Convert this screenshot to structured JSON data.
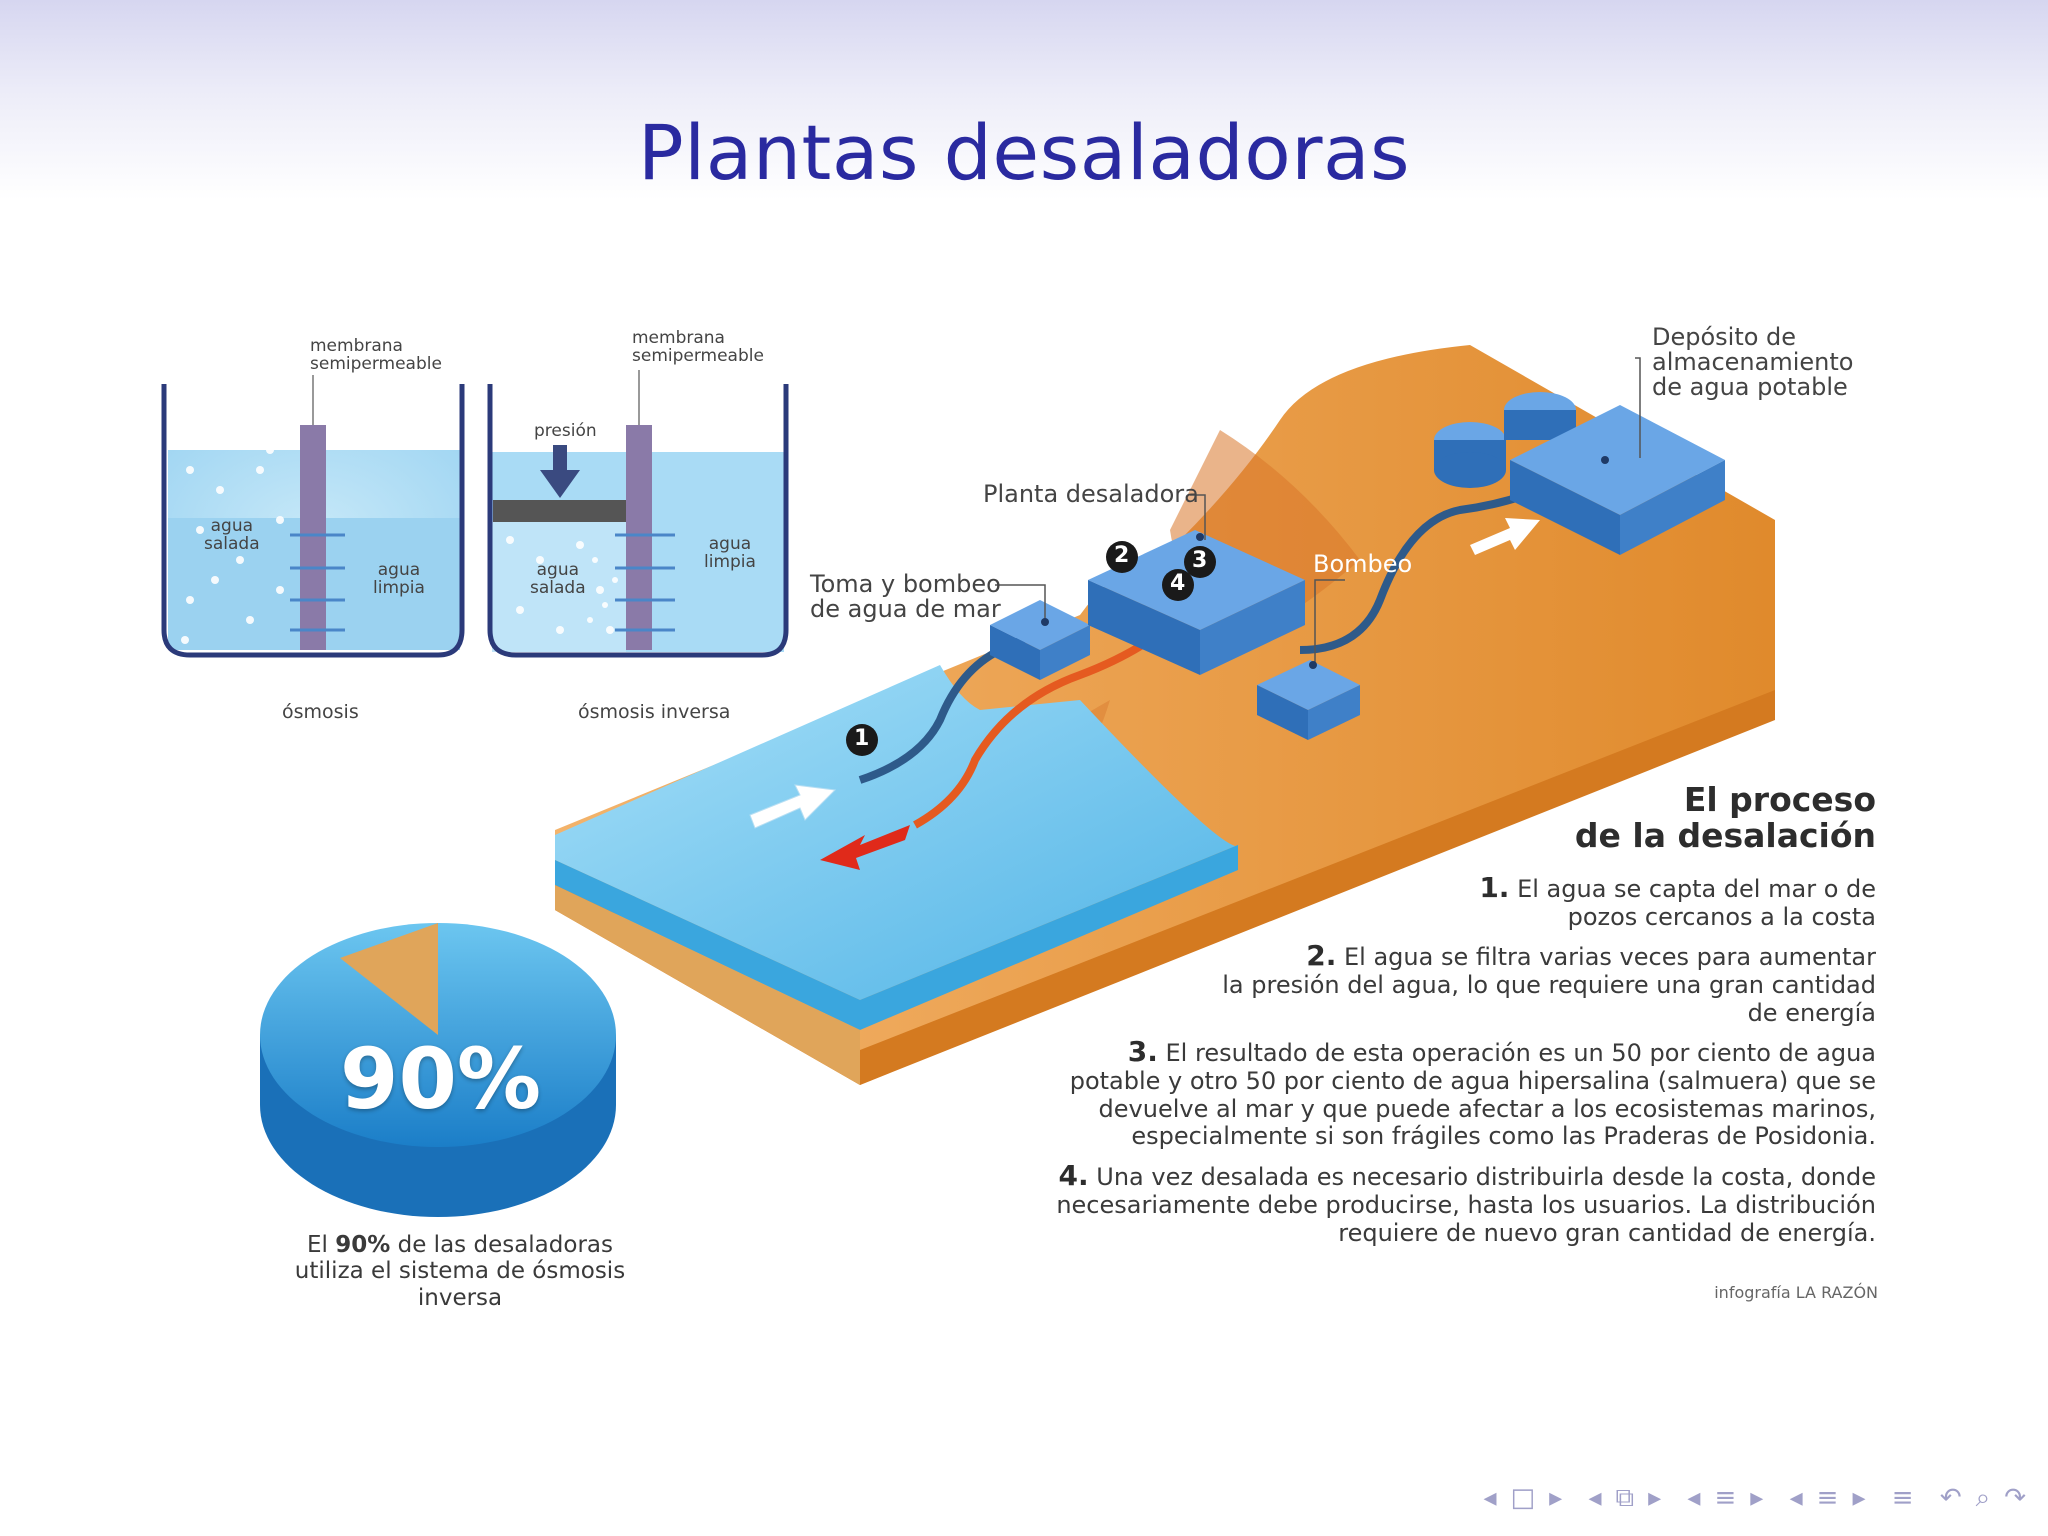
{
  "slide": {
    "title": "Plantas desaladoras"
  },
  "osmosis": {
    "left": {
      "membrane_label_1": "membrana",
      "membrane_label_2": "semipermeable",
      "salt_label_1": "agua",
      "salt_label_2": "salada",
      "clean_label_1": "agua",
      "clean_label_2": "limpia",
      "caption": "ósmosis"
    },
    "right": {
      "membrane_label_1": "membrana",
      "membrane_label_2": "semipermeable",
      "pressure_label": "presión",
      "salt_label_1": "agua",
      "salt_label_2": "salada",
      "clean_label_1": "agua",
      "clean_label_2": "limpia",
      "caption": "ósmosis inversa"
    }
  },
  "plant": {
    "deposit_1": "Depósito de",
    "deposit_2": "almacenamiento",
    "deposit_3": "de agua potable",
    "plant_label": "Planta desaladora",
    "intake_1": "Toma y bombeo",
    "intake_2": "de agua de mar",
    "pumping": "Bombeo",
    "markers": [
      "1",
      "2",
      "3",
      "4"
    ]
  },
  "process": {
    "title_1": "El proceso",
    "title_2": "de la desalación",
    "steps": [
      {
        "num": "1.",
        "line1": "El agua se capta del mar o de",
        "line2": "pozos cercanos a la costa"
      },
      {
        "num": "2.",
        "line1": "El agua se filtra varias veces para aumentar",
        "line2": "la presión del agua, lo que requiere una gran cantidad",
        "line3": "de energía"
      },
      {
        "num": "3.",
        "line1": "El resultado de esta operación es un 50 por ciento de agua",
        "line2": "potable y otro 50 por ciento de agua hipersalina (salmuera) que se",
        "line3": "devuelve al mar y que puede afectar a los ecosistemas marinos,",
        "line4": "especialmente si son frágiles como las Praderas de Posidonia."
      },
      {
        "num": "4.",
        "line1": "Una vez desalada es necesario distribuirla desde la costa, donde",
        "line2": "necesariamente debe producirse, hasta los usuarios. La distribución",
        "line3": "requiere de nuevo gran cantidad de energía."
      }
    ]
  },
  "pie": {
    "label": "90%",
    "value_fraction": 0.9,
    "caption_pre": "El ",
    "caption_bold": "90%",
    "caption_post": " de las  desaladoras",
    "caption_line2": "utiliza el sistema de ósmosis inversa"
  },
  "credit": "infografía LA RAZÓN",
  "colors": {
    "title": "#2a2aa0",
    "water": "#7fc9ef",
    "land": "#e8943a",
    "building": "#4a8fd8"
  },
  "nav_icons": [
    "nav-prev-frame-icon",
    "nav-frame-icon",
    "nav-next-frame-icon",
    "nav-prev-subsection-icon",
    "nav-subsection-icon",
    "nav-next-subsection-icon",
    "nav-prev-section-icon",
    "nav-section-icon",
    "nav-next-section-icon",
    "nav-prev-slide-icon",
    "nav-slide-icon",
    "nav-next-slide-icon",
    "nav-toc-icon",
    "nav-back-icon",
    "nav-search-icon",
    "nav-forward-icon"
  ]
}
